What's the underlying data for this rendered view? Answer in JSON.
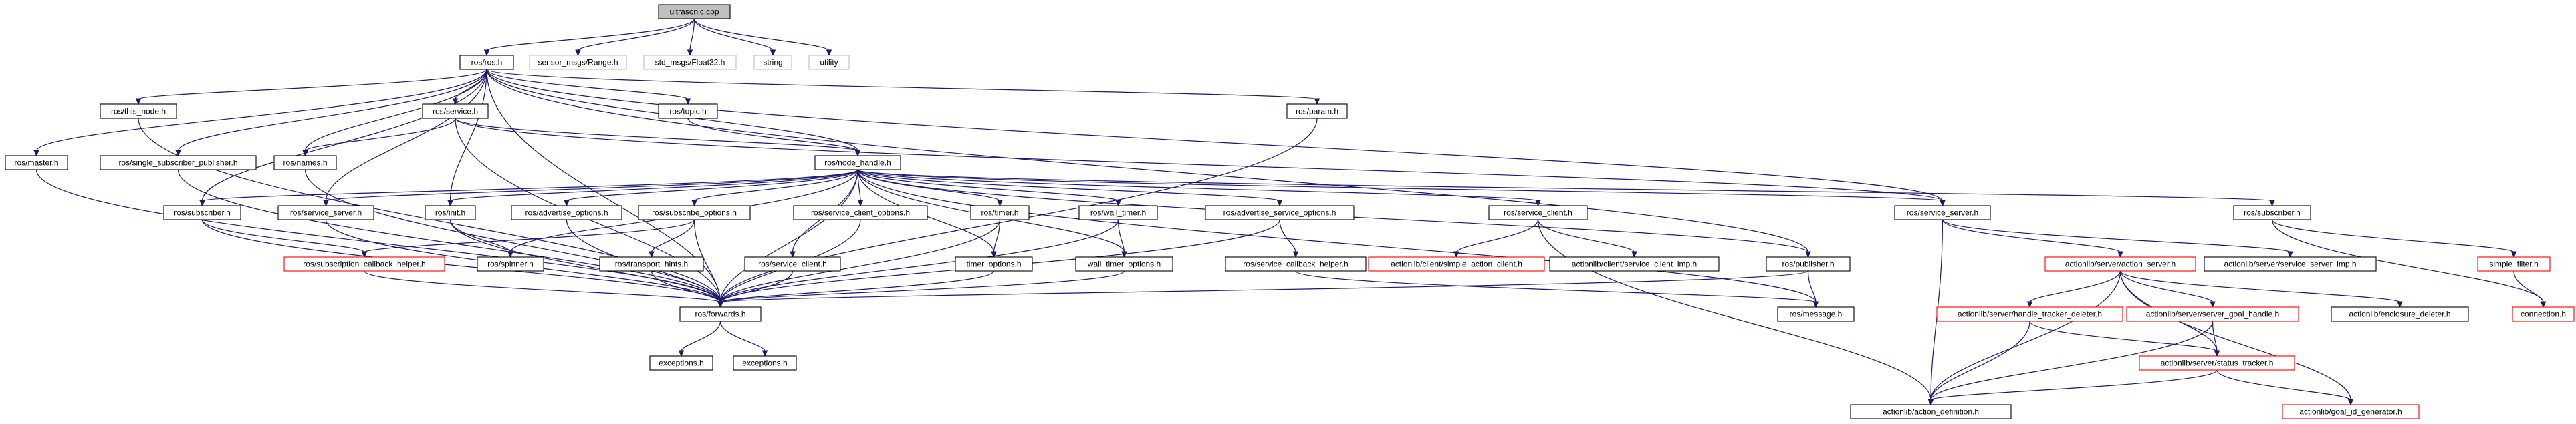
{
  "nodes": [
    {
      "id": "ultrasonic",
      "label": "ultrasonic.cpp",
      "kind": "root"
    },
    {
      "id": "rosros",
      "label": "ros/ros.h",
      "kind": "normal"
    },
    {
      "id": "rangeh",
      "label": "sensor_msgs/Range.h",
      "kind": "missing"
    },
    {
      "id": "float32",
      "label": "std_msgs/Float32.h",
      "kind": "missing"
    },
    {
      "id": "string",
      "label": "string",
      "kind": "missing"
    },
    {
      "id": "utility",
      "label": "utility",
      "kind": "missing"
    },
    {
      "id": "thisnode",
      "label": "ros/this_node.h",
      "kind": "normal"
    },
    {
      "id": "service",
      "label": "ros/service.h",
      "kind": "normal"
    },
    {
      "id": "topic",
      "label": "ros/topic.h",
      "kind": "normal"
    },
    {
      "id": "param",
      "label": "ros/param.h",
      "kind": "normal"
    },
    {
      "id": "master",
      "label": "ros/master.h",
      "kind": "normal"
    },
    {
      "id": "singlesub",
      "label": "ros/single_subscriber_publisher.h",
      "kind": "normal"
    },
    {
      "id": "names",
      "label": "ros/names.h",
      "kind": "normal"
    },
    {
      "id": "nodehandle",
      "label": "ros/node_handle.h",
      "kind": "normal"
    },
    {
      "id": "rossubscriber",
      "label": "ros/subscriber.h",
      "kind": "normal"
    },
    {
      "id": "rosserviceserver",
      "label": "ros/service_server.h",
      "kind": "normal"
    },
    {
      "id": "init",
      "label": "ros/init.h",
      "kind": "normal"
    },
    {
      "id": "advopts",
      "label": "ros/advertise_options.h",
      "kind": "normal"
    },
    {
      "id": "subopts",
      "label": "ros/subscribe_options.h",
      "kind": "normal"
    },
    {
      "id": "svcclientopts",
      "label": "ros/service_client_options.h",
      "kind": "normal"
    },
    {
      "id": "timer",
      "label": "ros/timer.h",
      "kind": "normal"
    },
    {
      "id": "walltimer",
      "label": "ros/wall_timer.h",
      "kind": "normal"
    },
    {
      "id": "advsvcopts",
      "label": "ros/advertise_service_options.h",
      "kind": "normal"
    },
    {
      "id": "svcclient",
      "label": "ros/service_client.h",
      "kind": "normal"
    },
    {
      "id": "subcbhelper",
      "label": "ros/subscription_callback_helper.h",
      "kind": "link"
    },
    {
      "id": "spinner",
      "label": "ros/spinner.h",
      "kind": "normal"
    },
    {
      "id": "transporthints",
      "label": "ros/transport_hints.h",
      "kind": "normal"
    },
    {
      "id": "svcclientleaf",
      "label": "ros/service_client.h",
      "kind": "normal"
    },
    {
      "id": "timeropts",
      "label": "timer_options.h",
      "kind": "normal"
    },
    {
      "id": "walltimeropts",
      "label": "wall_timer_options.h",
      "kind": "normal"
    },
    {
      "id": "svccbhelper",
      "label": "ros/service_callback_helper.h",
      "kind": "normal"
    },
    {
      "id": "simpleactionclient",
      "label": "actionlib/client/simple_action_client.h",
      "kind": "link"
    },
    {
      "id": "svcclientimp",
      "label": "actionlib/client/service_client_imp.h",
      "kind": "normal"
    },
    {
      "id": "forwards",
      "label": "ros/forwards.h",
      "kind": "normal"
    },
    {
      "id": "publisher",
      "label": "ros/publisher.h",
      "kind": "normal"
    },
    {
      "id": "message",
      "label": "ros/message.h",
      "kind": "normal"
    },
    {
      "id": "exceptions1",
      "label": "exceptions.h",
      "kind": "normal"
    },
    {
      "id": "exceptions2",
      "label": "exceptions.h",
      "kind": "normal"
    },
    {
      "id": "servicesrv",
      "label": "ros/service_server.h",
      "kind": "normal"
    },
    {
      "id": "actionserver",
      "label": "actionlib/server/action_server.h",
      "kind": "link"
    },
    {
      "id": "svcserverimp",
      "label": "actionlib/server/service_server_imp.h",
      "kind": "normal"
    },
    {
      "id": "handletracker",
      "label": "actionlib/server/handle_tracker_deleter.h",
      "kind": "link"
    },
    {
      "id": "servergoalhandle",
      "label": "actionlib/server/server_goal_handle.h",
      "kind": "link"
    },
    {
      "id": "enclosuredeleter",
      "label": "actionlib/enclosure_deleter.h",
      "kind": "normal"
    },
    {
      "id": "statustracker",
      "label": "actionlib/server/status_tracker.h",
      "kind": "link"
    },
    {
      "id": "actiondef",
      "label": "actionlib/action_definition.h",
      "kind": "normal"
    },
    {
      "id": "goalidgen",
      "label": "actionlib/goal_id_generator.h",
      "kind": "link"
    },
    {
      "id": "rossub2",
      "label": "ros/subscriber.h",
      "kind": "normal"
    },
    {
      "id": "simplefilter",
      "label": "simple_filter.h",
      "kind": "link"
    },
    {
      "id": "connection",
      "label": "connection.h",
      "kind": "link"
    }
  ],
  "edges": [
    [
      "ultrasonic",
      "rosros"
    ],
    [
      "ultrasonic",
      "rangeh"
    ],
    [
      "ultrasonic",
      "float32"
    ],
    [
      "ultrasonic",
      "string"
    ],
    [
      "ultrasonic",
      "utility"
    ],
    [
      "rosros",
      "thisnode"
    ],
    [
      "rosros",
      "service"
    ],
    [
      "rosros",
      "topic"
    ],
    [
      "rosros",
      "param"
    ],
    [
      "rosros",
      "master"
    ],
    [
      "rosros",
      "singlesub"
    ],
    [
      "rosros",
      "names"
    ],
    [
      "rosros",
      "nodehandle"
    ],
    [
      "rosros",
      "rossubscriber"
    ],
    [
      "rosros",
      "rosserviceserver"
    ],
    [
      "rosros",
      "init"
    ],
    [
      "rosros",
      "servicesrv"
    ],
    [
      "rosros",
      "publisher"
    ],
    [
      "rosros",
      "forwards"
    ],
    [
      "thisnode",
      "forwards"
    ],
    [
      "master",
      "forwards"
    ],
    [
      "singlesub",
      "forwards"
    ],
    [
      "service",
      "names"
    ],
    [
      "service",
      "nodehandle"
    ],
    [
      "service",
      "forwards"
    ],
    [
      "service",
      "servicesrv"
    ],
    [
      "topic",
      "nodehandle"
    ],
    [
      "param",
      "forwards"
    ],
    [
      "names",
      "forwards"
    ],
    [
      "nodehandle",
      "rossubscriber"
    ],
    [
      "nodehandle",
      "rosserviceserver"
    ],
    [
      "nodehandle",
      "init"
    ],
    [
      "nodehandle",
      "advopts"
    ],
    [
      "nodehandle",
      "subopts"
    ],
    [
      "nodehandle",
      "svcclientopts"
    ],
    [
      "nodehandle",
      "timer"
    ],
    [
      "nodehandle",
      "walltimer"
    ],
    [
      "nodehandle",
      "advsvcopts"
    ],
    [
      "nodehandle",
      "svcclient"
    ],
    [
      "nodehandle",
      "spinner"
    ],
    [
      "nodehandle",
      "forwards"
    ],
    [
      "nodehandle",
      "publisher"
    ],
    [
      "nodehandle",
      "message"
    ],
    [
      "nodehandle",
      "servicesrv"
    ],
    [
      "nodehandle",
      "rossub2"
    ],
    [
      "nodehandle",
      "timeropts"
    ],
    [
      "nodehandle",
      "walltimeropts"
    ],
    [
      "nodehandle",
      "svcclientleaf"
    ],
    [
      "rossubscriber",
      "subcbhelper"
    ],
    [
      "rossubscriber",
      "forwards"
    ],
    [
      "rosserviceserver",
      "forwards"
    ],
    [
      "init",
      "spinner"
    ],
    [
      "init",
      "forwards"
    ],
    [
      "advopts",
      "forwards"
    ],
    [
      "subopts",
      "subcbhelper"
    ],
    [
      "subopts",
      "transporthints"
    ],
    [
      "subopts",
      "forwards"
    ],
    [
      "svcclientopts",
      "forwards"
    ],
    [
      "timer",
      "timeropts"
    ],
    [
      "timer",
      "forwards"
    ],
    [
      "walltimer",
      "walltimeropts"
    ],
    [
      "walltimer",
      "forwards"
    ],
    [
      "advsvcopts",
      "svccbhelper"
    ],
    [
      "advsvcopts",
      "forwards"
    ],
    [
      "svcclient",
      "simpleactionclient"
    ],
    [
      "svcclient",
      "svcclientimp"
    ],
    [
      "svcclient",
      "actiondef"
    ],
    [
      "subcbhelper",
      "forwards"
    ],
    [
      "transporthints",
      "forwards"
    ],
    [
      "svcclientleaf",
      "forwards"
    ],
    [
      "timeropts",
      "forwards"
    ],
    [
      "walltimeropts",
      "forwards"
    ],
    [
      "svccbhelper",
      "message"
    ],
    [
      "publisher",
      "forwards"
    ],
    [
      "publisher",
      "message"
    ],
    [
      "forwards",
      "exceptions1"
    ],
    [
      "forwards",
      "exceptions2"
    ],
    [
      "servicesrv",
      "actionserver"
    ],
    [
      "servicesrv",
      "svcserverimp"
    ],
    [
      "servicesrv",
      "actiondef"
    ],
    [
      "actionserver",
      "handletracker"
    ],
    [
      "actionserver",
      "servergoalhandle"
    ],
    [
      "actionserver",
      "enclosuredeleter"
    ],
    [
      "actionserver",
      "statustracker"
    ],
    [
      "actionserver",
      "actiondef"
    ],
    [
      "actionserver",
      "goalidgen"
    ],
    [
      "handletracker",
      "statustracker"
    ],
    [
      "handletracker",
      "actiondef"
    ],
    [
      "servergoalhandle",
      "statustracker"
    ],
    [
      "servergoalhandle",
      "actiondef"
    ],
    [
      "statustracker",
      "actiondef"
    ],
    [
      "statustracker",
      "goalidgen"
    ],
    [
      "rossub2",
      "simplefilter"
    ],
    [
      "rossub2",
      "connection"
    ],
    [
      "simplefilter",
      "connection"
    ]
  ]
}
